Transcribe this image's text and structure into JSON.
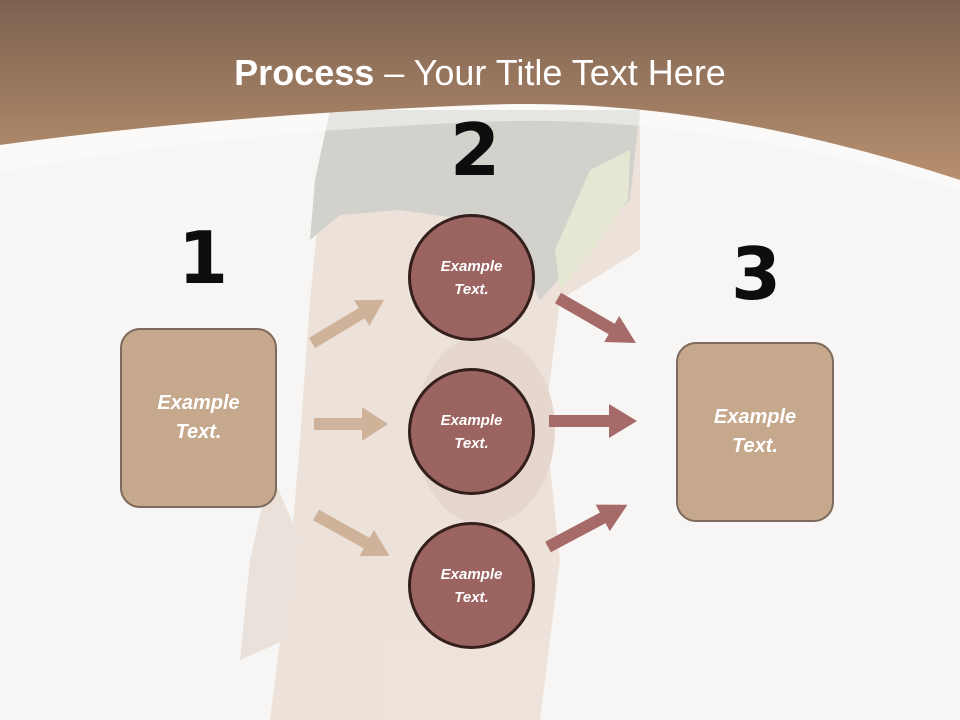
{
  "title": {
    "bold": "Process",
    "rest": " – Your Title Text Here"
  },
  "steps": [
    {
      "number": "1",
      "box_text": [
        "Example",
        "Text."
      ]
    },
    {
      "number": "2",
      "circles": [
        [
          "Example",
          "Text."
        ],
        [
          "Example",
          "Text."
        ],
        [
          "Example",
          "Text."
        ]
      ]
    },
    {
      "number": "3",
      "box_text": [
        "Example",
        "Text."
      ]
    }
  ],
  "colors": {
    "header_band": "#b08a6d",
    "box_fill": "#c6a88c",
    "box_border": "#7e6a5c",
    "circle_fill": "#9b6461",
    "circle_border": "#351f1c",
    "arrow_left": "#cfb29a",
    "arrow_right": "#a66b69"
  }
}
